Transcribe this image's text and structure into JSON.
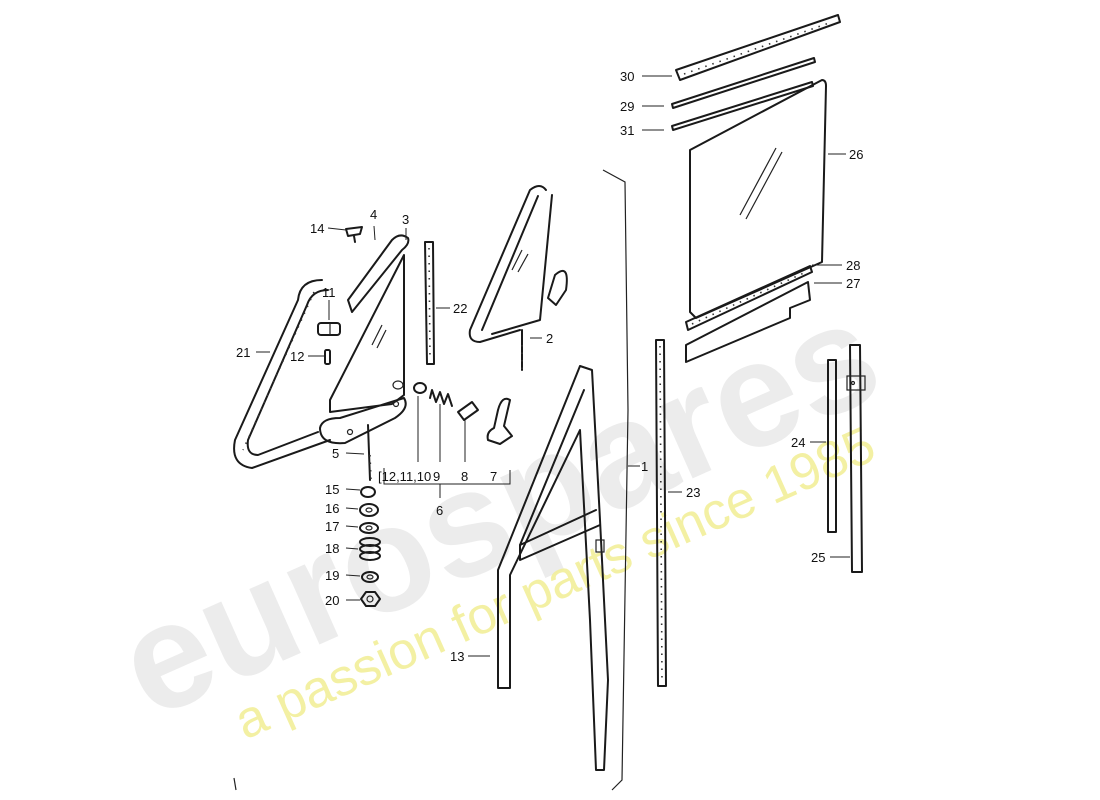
{
  "watermark": {
    "brand": "eurospares",
    "tagline": "a passion for parts since 1985",
    "brand_color": "#e9e9e9",
    "tagline_color": "#f2ef9a"
  },
  "callouts": [
    {
      "id": "1",
      "label": "1"
    },
    {
      "id": "2",
      "label": "2"
    },
    {
      "id": "3",
      "label": "3"
    },
    {
      "id": "4",
      "label": "4"
    },
    {
      "id": "5",
      "label": "5"
    },
    {
      "id": "6",
      "label": "6"
    },
    {
      "id": "7",
      "label": "7"
    },
    {
      "id": "8",
      "label": "8"
    },
    {
      "id": "9",
      "label": "9"
    },
    {
      "id": "group",
      "label": "[12,11,10"
    },
    {
      "id": "11",
      "label": "11"
    },
    {
      "id": "12",
      "label": "12"
    },
    {
      "id": "13",
      "label": "13"
    },
    {
      "id": "14",
      "label": "14"
    },
    {
      "id": "15",
      "label": "15"
    },
    {
      "id": "16",
      "label": "16"
    },
    {
      "id": "17",
      "label": "17"
    },
    {
      "id": "18",
      "label": "18"
    },
    {
      "id": "19",
      "label": "19"
    },
    {
      "id": "20",
      "label": "20"
    },
    {
      "id": "21",
      "label": "21"
    },
    {
      "id": "22",
      "label": "22"
    },
    {
      "id": "23",
      "label": "23"
    },
    {
      "id": "24",
      "label": "24"
    },
    {
      "id": "25",
      "label": "25"
    },
    {
      "id": "26",
      "label": "26"
    },
    {
      "id": "27",
      "label": "27"
    },
    {
      "id": "28",
      "label": "28"
    },
    {
      "id": "29",
      "label": "29"
    },
    {
      "id": "30",
      "label": "30"
    },
    {
      "id": "31",
      "label": "31"
    }
  ]
}
